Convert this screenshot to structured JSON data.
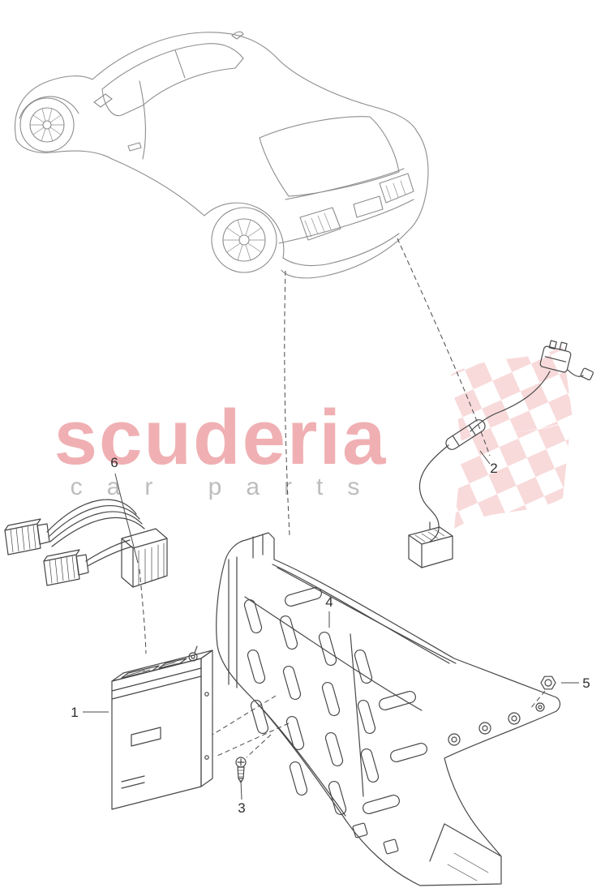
{
  "watermark": {
    "brand": "scuderia",
    "tagline": "car parts",
    "brand_color": "#f0b0b3",
    "tagline_color": "#bdbdbd",
    "flag_color": "#f8dadb"
  },
  "callouts": {
    "item1": "1",
    "item2": "2",
    "item3": "3",
    "item4": "4",
    "item5": "5",
    "item6": "6"
  },
  "diagram": {
    "car_line_color": "#8d8d8d",
    "part_line_color": "#474747",
    "leader_line_color": "#4a4a4a",
    "label_color": "#2e2e2e"
  }
}
